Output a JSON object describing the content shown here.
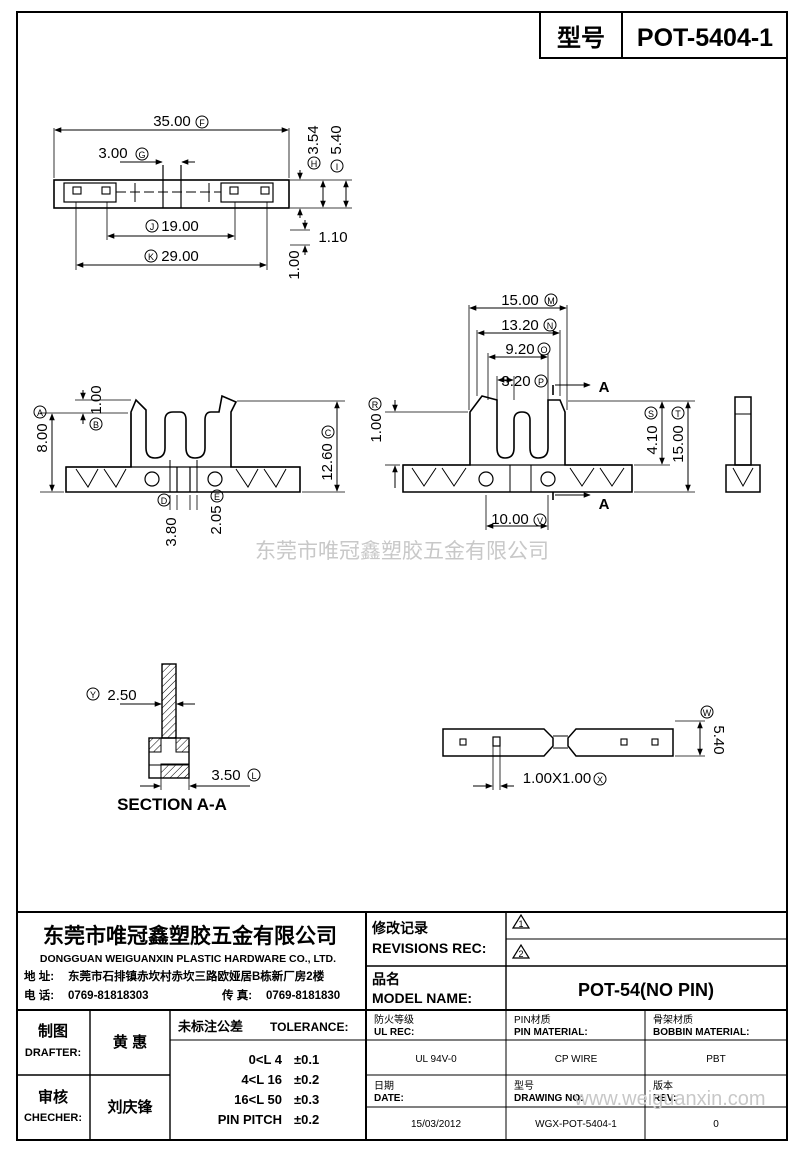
{
  "header": {
    "model_label": "型号",
    "model_value": "POT-5404-1"
  },
  "watermark": "东莞市唯冠鑫塑胶五金有限公司",
  "watermark_url": "www.weiguanxin.com",
  "top_view": {
    "d35": "35.00",
    "t35": "F",
    "d300": "3.00",
    "t300": "G",
    "d1900": "19.00",
    "t1900": "J",
    "d2900": "29.00",
    "t2900": "K",
    "d354": "3.54",
    "t354": "H",
    "d540": "5.40",
    "t540": "I",
    "d110": "1.10",
    "d100": "1.00"
  },
  "front_view": {
    "d800": "8.00",
    "t800": "A",
    "d100": "1.00",
    "t100": "B",
    "d1260": "12.60",
    "t1260": "C",
    "d380": "3.80",
    "t380": "D",
    "d205": "2.05",
    "t205": "E"
  },
  "side_view": {
    "d1500t": "15.00",
    "t1500t": "M",
    "d1320": "13.20",
    "t1320": "N",
    "d920": "9.20",
    "t920": "O",
    "d320": "3.20",
    "t320": "P",
    "d100": "1.00",
    "t100": "R",
    "d410": "4.10",
    "t410": "S",
    "d1500": "15.00",
    "t1500": "T",
    "d1000": "10.00",
    "t1000": "V",
    "sec_a": "A"
  },
  "section": {
    "d250": "2.50",
    "t250": "Y",
    "d350": "3.50",
    "t350": "L",
    "title": "SECTION A-A"
  },
  "bottom_view": {
    "d540": "5.40",
    "t540": "W",
    "pitch": "1.00X1.00",
    "tpitch": "X"
  },
  "titleblock": {
    "company_cn": "东莞市唯冠鑫塑胶五金有限公司",
    "company_en": "DONGGUAN WEIGUANXIN PLASTIC HARDWARE CO., LTD.",
    "address_label": "地  址:",
    "address": "东莞市石排镇赤坎村赤坎三路欧娅居B栋新厂房2楼",
    "tel_label": "电  话:",
    "tel": "0769-81818303",
    "fax_label": "传  真:",
    "fax": "0769-8181830",
    "rev_cn": "修改记录",
    "rev_en": "REVISIONS REC:",
    "rev_mark1": "1",
    "rev_mark2": "2",
    "model_cn": "品名",
    "model_en": "MODEL NAME:",
    "model_name": "POT-54(NO PIN)",
    "drafter_cn": "制图",
    "drafter_en": "DRAFTER:",
    "drafter": "黄  惠",
    "checker_cn": "审核",
    "checker_en": "CHECHER:",
    "checker": "刘庆锋",
    "tol_cn": "未标注公差",
    "tol_en": "TOLERANCE:",
    "tol_rows": [
      {
        "range": "0<L  4",
        "val": "±0.1"
      },
      {
        "range": "4<L  16",
        "val": "±0.2"
      },
      {
        "range": "16<L  50",
        "val": "±0.3"
      },
      {
        "range": "PIN PITCH",
        "val": "±0.2"
      }
    ],
    "ul_cn": "防火等级",
    "ul_en": "UL REC:",
    "ul_val": "UL 94V-0",
    "pin_cn": "PIN材质",
    "pin_en": "PIN MATERIAL:",
    "pin_val": "CP WIRE",
    "bob_cn": "骨架材质",
    "bob_en": "BOBBIN MATERIAL:",
    "bob_val": "PBT",
    "date_cn": "日期",
    "date_en": "DATE:",
    "date_val": "15/03/2012",
    "dwg_cn": "型号",
    "dwg_en": "DRAWING NO:",
    "dwg_val": "WGX-POT-5404-1",
    "ver_cn": "版本",
    "ver_en": "REV:",
    "ver_val": "0"
  }
}
